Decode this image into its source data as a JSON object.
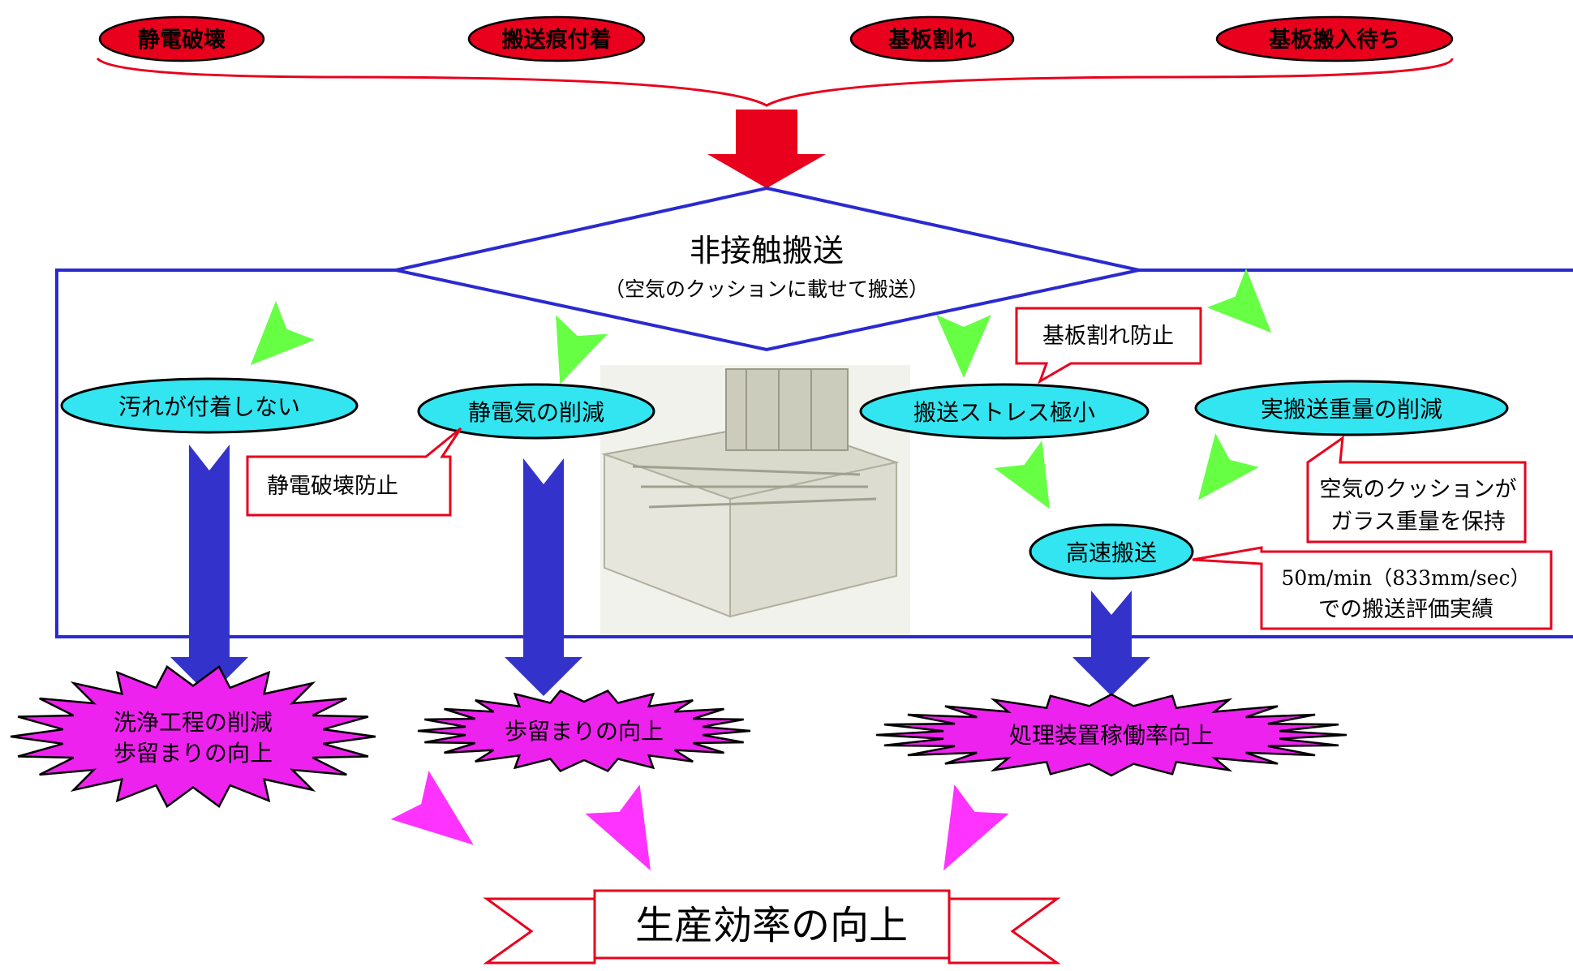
{
  "problems": [
    {
      "label": "静電破壊"
    },
    {
      "label": "搬送痕付着"
    },
    {
      "label": "基板割れ"
    },
    {
      "label": "基板搬入待ち"
    }
  ],
  "center": {
    "title": "非接触搬送",
    "subtitle": "（空気のクッションに載せて搬送）"
  },
  "effects": [
    {
      "label": "汚れが付着しない"
    },
    {
      "label": "静電気の削減"
    },
    {
      "label": "搬送ストレス極小"
    },
    {
      "label": "実搬送重量の削減"
    },
    {
      "label": "高速搬送"
    }
  ],
  "callouts": {
    "static": "静電破壊防止",
    "crack": "基板割れ防止",
    "cushion_line1": "空気のクッションが",
    "cushion_line2": "ガラス重量を保持",
    "speed_line1": "50m/min（833mm/sec）",
    "speed_line2": "での搬送評価実績"
  },
  "results": [
    {
      "line1": "洗浄工程の削減",
      "line2": "歩留まりの向上"
    },
    {
      "line1": "歩留まりの向上"
    },
    {
      "line1": "処理装置稼働率向上"
    }
  ],
  "goal": {
    "label": "生産効率の向上"
  },
  "image": {
    "name": "air-cushion-conveyor-machine"
  },
  "colors": {
    "problem_fill": "#e8001c",
    "effect_fill": "#33e5f0",
    "green_arrow": "#66ff44",
    "blue_arrow": "#3333cc",
    "magenta_arrow": "#ff33ff",
    "star_fill": "#ee22ee",
    "frame_blue": "#2a2ad0",
    "callout_red": "#e8001c"
  }
}
